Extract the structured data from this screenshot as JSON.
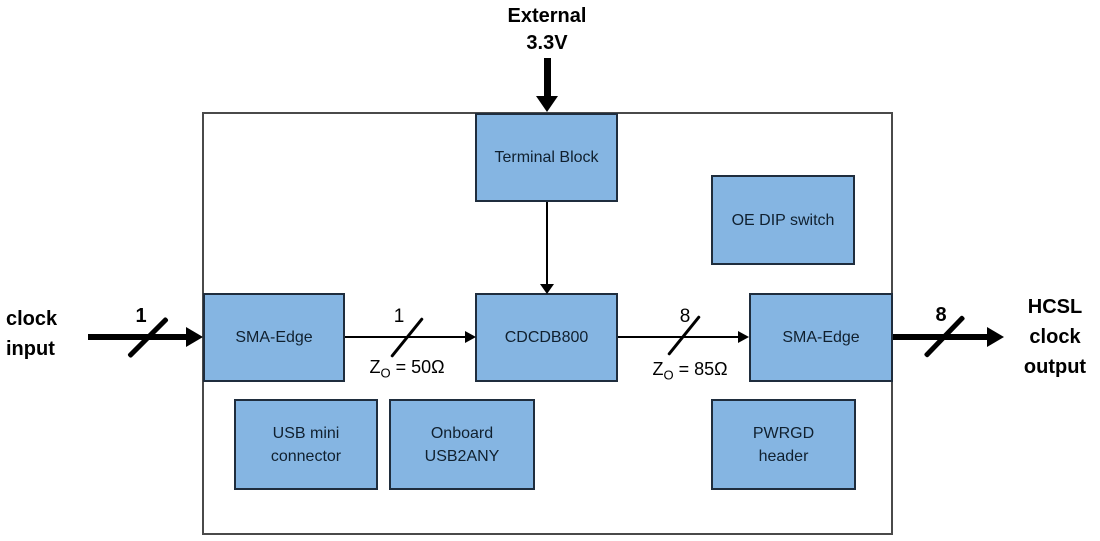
{
  "diagram": {
    "title_hint": "CDCDB800 evaluation board block diagram",
    "external_supply_label": "External\n3.3V",
    "clock_input_label": "clock\ninput",
    "hcsl_output_label": "HCSL\nclock\noutput",
    "boxes": {
      "terminal_block": "Terminal Block",
      "oe_dip_switch": "OE DIP switch",
      "sma_edge_left": "SMA-Edge",
      "cdcdb800": "CDCDB800",
      "sma_edge_right": "SMA-Edge",
      "usb_mini": "USB mini\nconnector",
      "onboard_usb2any": "Onboard\nUSB2ANY",
      "pwrgd_header": "PWRGD\nheader"
    },
    "buses": {
      "input_width": "1",
      "internal_in_width": "1",
      "internal_out_width": "8",
      "output_width": "8",
      "input_impedance": {
        "symbol": "Z",
        "sub": "O",
        "eq": "= 50Ω"
      },
      "output_impedance": {
        "symbol": "Z",
        "sub": "O",
        "eq": "= 85Ω"
      }
    },
    "colors": {
      "box_fill": "#85B5E2",
      "box_border": "#1F2D3D",
      "line": "#000000",
      "board_border": "#4a4a4a",
      "text": "#10202f"
    }
  }
}
